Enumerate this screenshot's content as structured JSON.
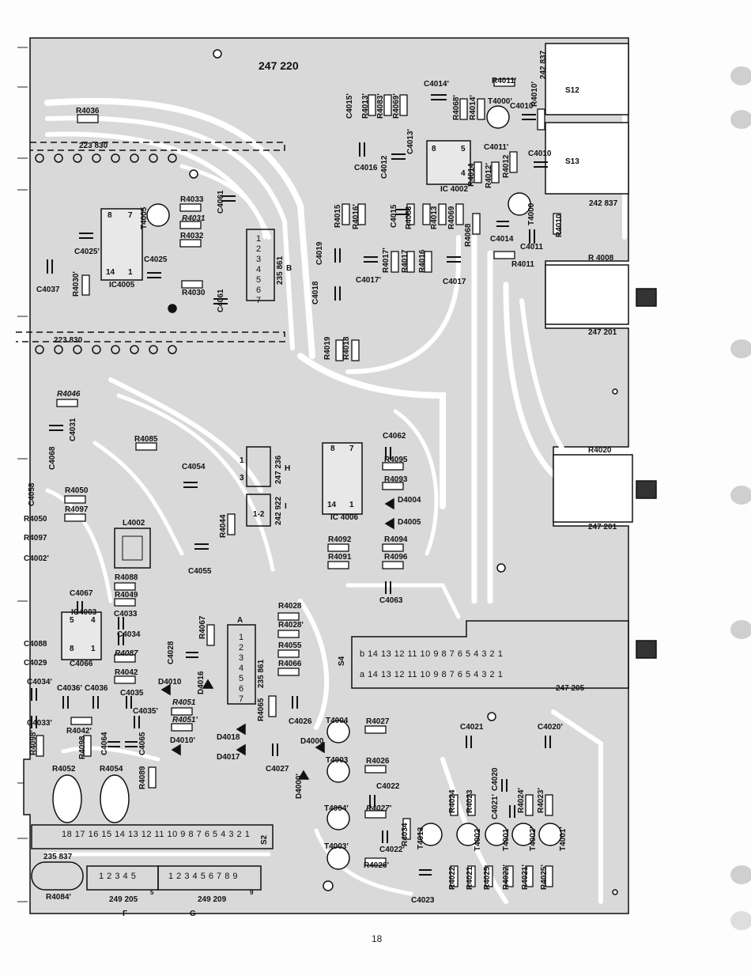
{
  "board": {
    "number": "247 220",
    "page_number": "18",
    "fill_color": "#d9d9d9",
    "trace_color": "#ffffff",
    "ink_color": "#111111"
  },
  "connectors": [
    {
      "id": "223830_top",
      "label": "223 830",
      "pins": 8
    },
    {
      "id": "223830_bot",
      "label": "223 830",
      "pins": 8
    },
    {
      "id": "235861_a",
      "label": "235 861",
      "pin_letter": "B",
      "pins": [
        "1",
        "2",
        "3",
        "4",
        "5",
        "6",
        "7"
      ]
    },
    {
      "id": "247236",
      "label": "247 236",
      "pin_letter": "H",
      "pins": [
        "1",
        "3"
      ]
    },
    {
      "id": "242922",
      "label": "242 922",
      "pin_letter": "I",
      "pins": [
        "1-2"
      ]
    },
    {
      "id": "235861_b",
      "label": "235 861",
      "pin_letter": "A",
      "pins": [
        "1",
        "2",
        "3",
        "4",
        "5",
        "6",
        "7"
      ]
    },
    {
      "id": "S4",
      "label": "S4",
      "row_b": "b 14 13 12 11 10 9 8    7 6 5 4 3 2 1",
      "row_a": "a 14 13 12 11 10 9 8    7 6 5 4 3 2 1"
    },
    {
      "id": "S2",
      "label": "S2",
      "pins": "18 17 16 15 14 13 12 11 10 9 8 7 6 5 4 3 2 1"
    },
    {
      "id": "249205",
      "label": "249 205",
      "pin_letter": "F",
      "pins": "1 2 3 4 5",
      "end": "5"
    },
    {
      "id": "249209",
      "label": "249 209",
      "pin_letter": "G",
      "pins": "1 2 3 4 5 6 7 8 9",
      "end": "9"
    },
    {
      "id": "235837",
      "label": "235 837"
    }
  ],
  "right_edge_labels": [
    "242 837",
    "S12",
    "S13",
    "242 837",
    "R 4008",
    "247 201",
    "R4020",
    "247 201",
    "247 205"
  ],
  "ics": [
    {
      "label": "IC 4002",
      "pin_a": "8",
      "pin_b": "5",
      "pin_c": "4"
    },
    {
      "label": "IC4005",
      "pin_a": "8",
      "pin_b": "7",
      "pin_c": "14",
      "pin_d": "1"
    },
    {
      "label": "IC 4006",
      "pin_a": "8",
      "pin_b": "7",
      "pin_c": "14",
      "pin_d": "1"
    },
    {
      "label": "IC4003",
      "pin_a": "5",
      "pin_b": "4",
      "pin_c": "8",
      "pin_d": "1"
    }
  ],
  "component_labels": {
    "top_right": [
      "C4014'",
      "R4011'",
      "C4015'",
      "R4013'",
      "R4083'",
      "R4069'",
      "R4068'",
      "R4014'",
      "T4000'",
      "C4010'",
      "R4010'",
      "C4013'",
      "C4011'",
      "C4016",
      "C4012",
      "R4014",
      "R4012'",
      "R4012",
      "C4010",
      "T4000",
      "R4015",
      "R4016'",
      "C4015",
      "R4083",
      "R4013",
      "R4069",
      "R4068",
      "C4014",
      "C4011",
      "R4010",
      "R4011",
      "C4019",
      "C4017'",
      "R4017'",
      "R4017",
      "R4016",
      "C4017",
      "C4018",
      "R4019",
      "R4018"
    ],
    "top_left": [
      "R4036",
      "R4033",
      "R4031",
      "R4032",
      "C4061",
      "T4005",
      "C4025'",
      "C4025",
      "C4037",
      "R4030'",
      "R4030",
      "C4061"
    ],
    "middle": [
      "R4046",
      "C4031",
      "C4068",
      "R4085",
      "C4054",
      "R4050",
      "R4097",
      "L4002",
      "R4044",
      "C4055",
      "C4062",
      "R4095",
      "R4093",
      "D4004",
      "D4005",
      "R4092",
      "R4094",
      "R4091",
      "R4096",
      "C4063",
      "C4058",
      "R4050",
      "R4097",
      "C4002'"
    ],
    "lower_left": [
      "R4088",
      "C4067",
      "R4049",
      "C4033",
      "C4034",
      "R4087",
      "C4066",
      "R4042",
      "C4036'",
      "C4036",
      "C4035",
      "C4035'",
      "C4034'",
      "C4033'",
      "R4042'",
      "R4098'",
      "R4098",
      "C4064",
      "C4065",
      "R4089",
      "R4052",
      "R4054",
      "C4028",
      "R4067",
      "D4016",
      "D4010",
      "R4051",
      "R4051'",
      "D4010'",
      "D4018",
      "D4017",
      "C4027",
      "D4000'",
      "D4000",
      "R4065",
      "C4026",
      "R4028",
      "R4028'",
      "R4055",
      "R4066",
      "R4084'",
      "C4029",
      "C4088"
    ],
    "lower_right": [
      "T4004",
      "R4027",
      "T4003",
      "R4026",
      "C4022",
      "T4004'",
      "R4027'",
      "R4034",
      "T4013",
      "T4003'",
      "C4022'",
      "R4026'",
      "C4023",
      "C4021",
      "C4020'",
      "C4020",
      "R4024",
      "R4023",
      "C4021'",
      "R4024'",
      "R4023'",
      "T4002",
      "T4001",
      "T4002'",
      "T4001'",
      "R4022",
      "R4021",
      "R4025",
      "R4022'",
      "R4021'",
      "R4025'"
    ]
  }
}
